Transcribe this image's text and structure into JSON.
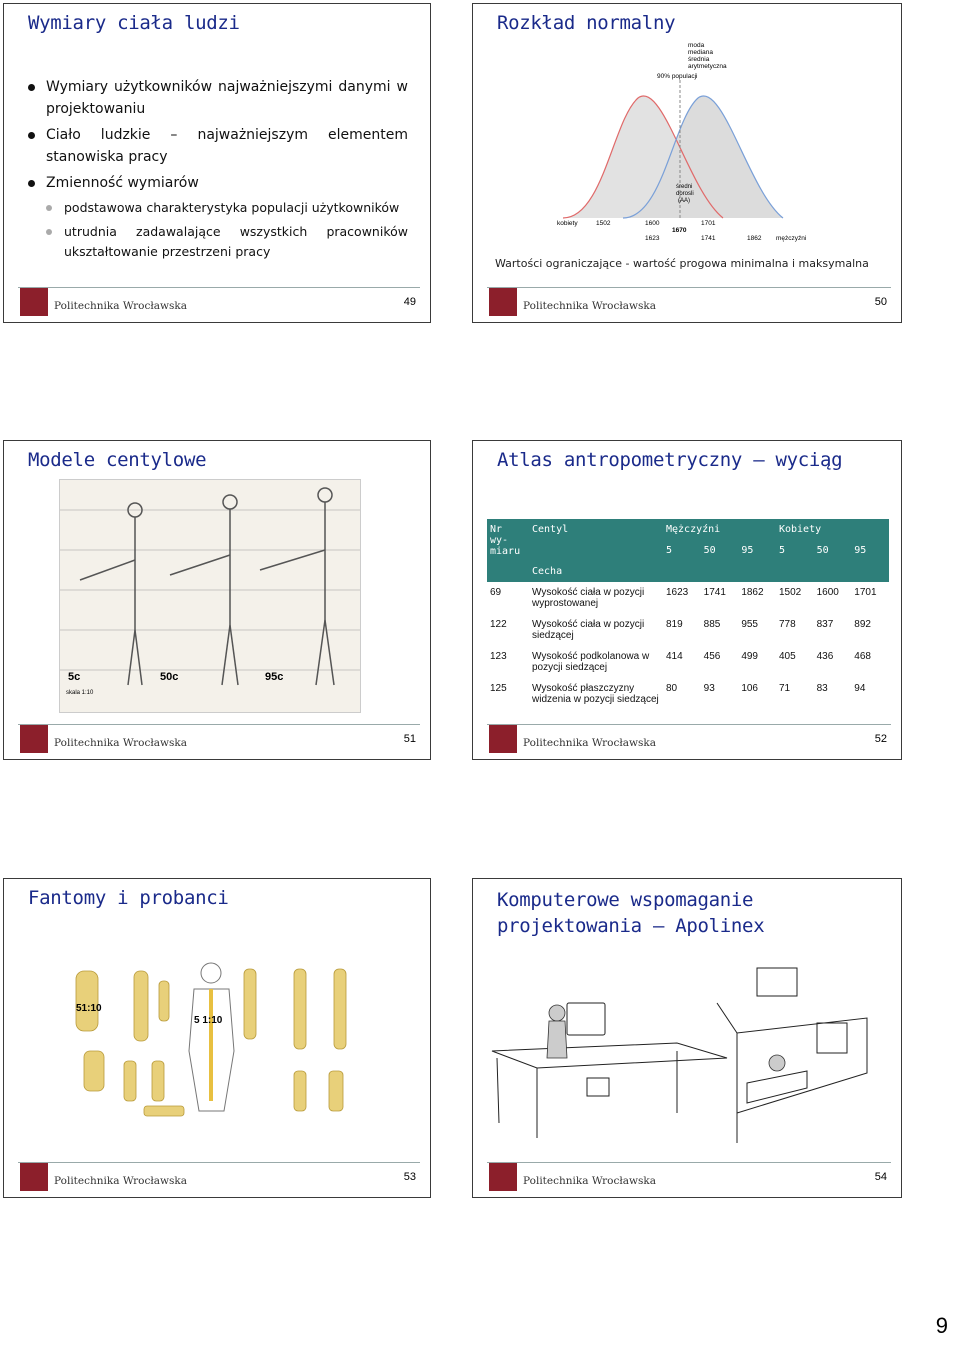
{
  "slides": [
    {
      "title": "Wymiary ciała ludzi",
      "page": "49",
      "bullets": [
        "Wymiary użytkowników najważniejszymi danymi w projektowaniu",
        "Ciało ludzkie – najważniejszym elementem stanowiska pracy",
        "Zmienność wymiarów"
      ],
      "sub_bullets": [
        "podstawowa charakterystyka populacji użytkowników",
        "utrudnia zadawalające wszystkich pracowników ukształtowanie przestrzeni pracy"
      ]
    },
    {
      "title": "Rozkład normalny",
      "page": "50",
      "caption": "Wartości ograniczające - wartość progowa minimalna i maksymalna",
      "chart_labels": {
        "moda": "moda",
        "mediana": "mediana",
        "srednia": "średnia",
        "arytmetyczna": "arytmetyczna",
        "populacja": "90% populacji",
        "sredni": "średni",
        "dorosli": "dorosli",
        "aa": "(AA)",
        "kobiety": "kobiety",
        "mezczyzni": "mężczyźni",
        "k_values": [
          "1502",
          "1600",
          "1701"
        ],
        "m_values": [
          "1623",
          "1741",
          "1862"
        ],
        "center": "1670"
      }
    },
    {
      "title": "Modele centylowe",
      "page": "51",
      "labels": [
        "5c",
        "50c",
        "95c",
        "skala 1:10"
      ]
    },
    {
      "title": "Atlas antropometryczny – wyciąg",
      "page": "52",
      "table": {
        "h_nr": "Nr wy-miaru",
        "h_centyl": "Centyl",
        "h_cecha": "Cecha",
        "h_men": "Mężczyźni",
        "h_women": "Kobiety",
        "centyle": [
          "5",
          "50",
          "95",
          "5",
          "50",
          "95"
        ],
        "rows": [
          {
            "nr": "69",
            "cecha": "Wysokość ciała w pozycji wyprostowanej",
            "v": [
              "1623",
              "1741",
              "1862",
              "1502",
              "1600",
              "1701"
            ]
          },
          {
            "nr": "122",
            "cecha": "Wysokość ciała w pozycji siedzącej",
            "v": [
              "819",
              "885",
              "955",
              "778",
              "837",
              "892"
            ]
          },
          {
            "nr": "123",
            "cecha": "Wysokość podkolanowa w pozycji siedzącej",
            "v": [
              "414",
              "456",
              "499",
              "405",
              "436",
              "468"
            ]
          },
          {
            "nr": "125",
            "cecha": "Wysokość płaszczyzny widzenia w pozycji siedzącej",
            "v": [
              "80",
              "93",
              "106",
              "71",
              "83",
              "94"
            ]
          }
        ]
      }
    },
    {
      "title": "Fantomy i probanci",
      "page": "53",
      "labels": [
        "51:10",
        "5 1:10"
      ]
    },
    {
      "title": "Komputerowe wspomaganie projektowania – Apolinex",
      "page": "54"
    }
  ],
  "footer_text": "Politechnika Wrocławska",
  "page_number": "9"
}
